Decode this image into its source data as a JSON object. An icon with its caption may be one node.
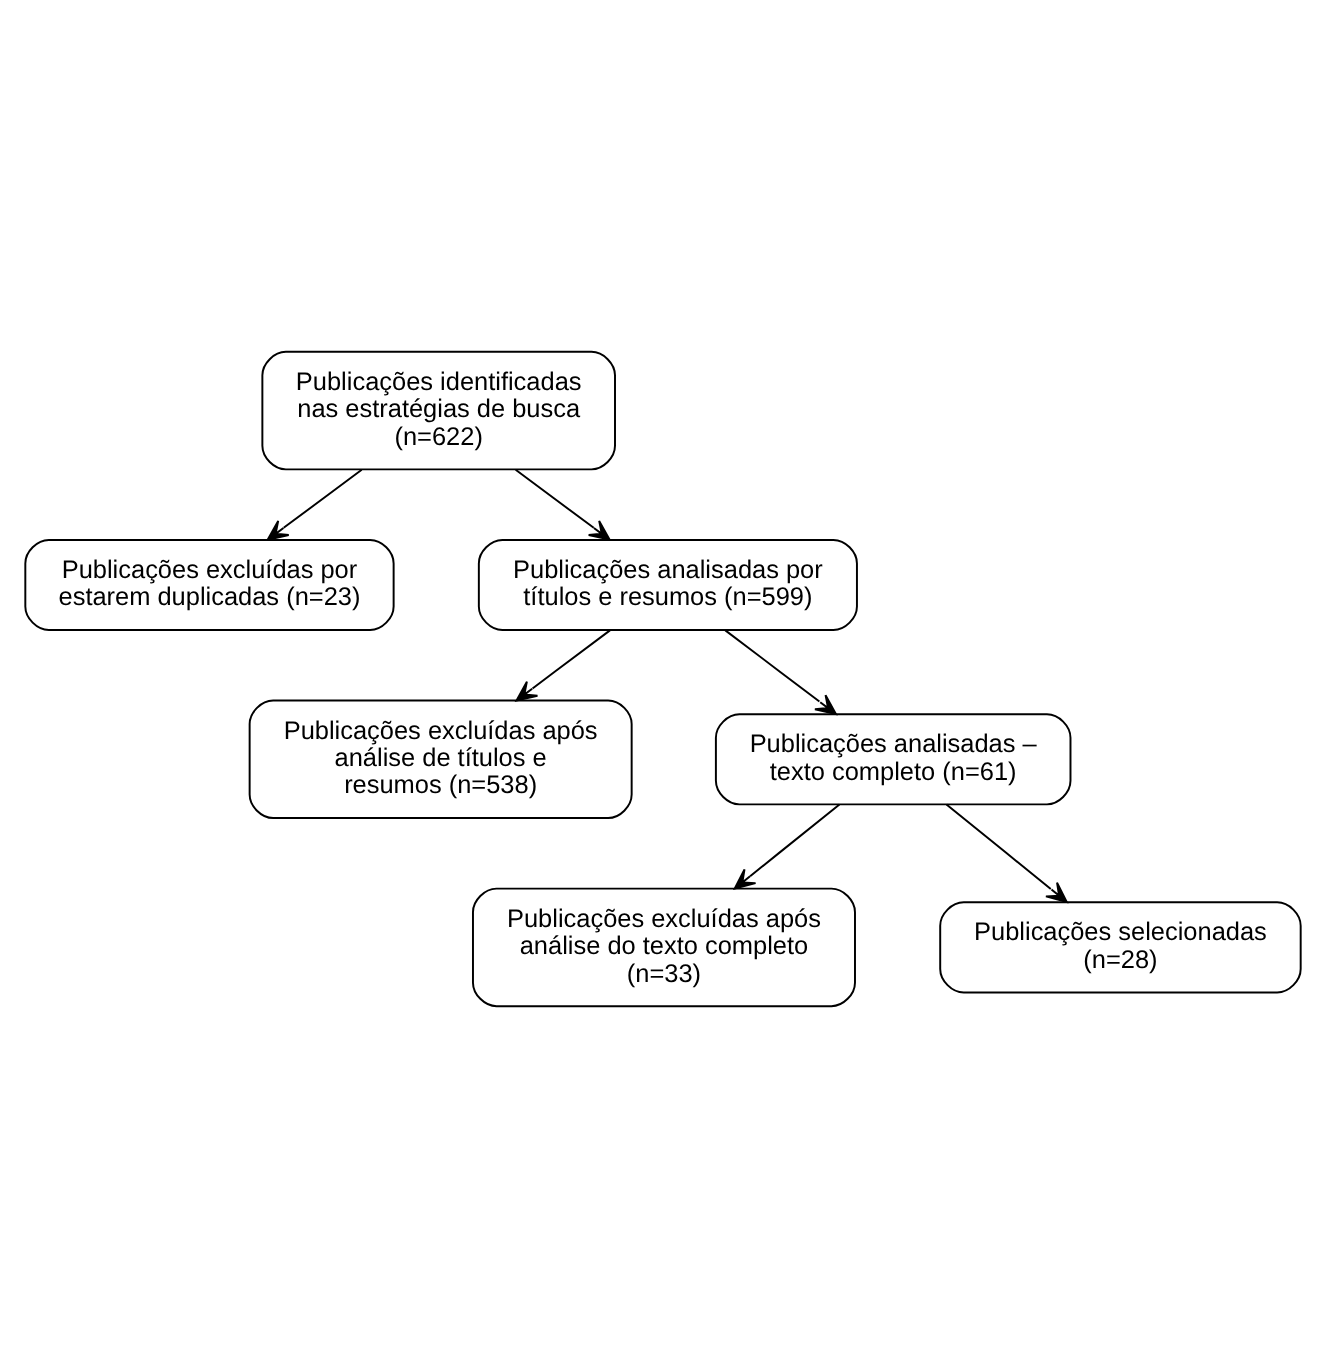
{
  "diagram": {
    "nodes": [
      {
        "text": [
          "Publicações identificadas nas estratégias de busca (n=622)"
        ]
      },
      {
        "text": [
          "Publicações excluídas por estarem duplicadas (n=23)"
        ]
      },
      {
        "text": [
          "Publicações analisadas por títulos e resumos (n=599)"
        ]
      },
      {
        "text": [
          "Publicações excluídas após análise de títulos e resumos (n=538)"
        ]
      },
      {
        "text": [
          "Publicações analisadas – texto completo (n=61)"
        ]
      },
      {
        "text": [
          "Publicações excluídas após análise do texto completo (n=33)"
        ]
      },
      {
        "text": [
          "Publicações selecionadas (n=28)"
        ]
      }
    ],
    "edges": [
      {
        "from": 0,
        "to": 1,
        "arrow": "to"
      },
      {
        "from": 0,
        "to": 2,
        "arrow": "to"
      },
      {
        "from": 2,
        "to": 3,
        "arrow": "to"
      },
      {
        "from": 2,
        "to": 4,
        "arrow": "to"
      },
      {
        "from": 4,
        "to": 5,
        "arrow": "to"
      },
      {
        "from": 4,
        "to": 6,
        "arrow": "to"
      }
    ]
  }
}
